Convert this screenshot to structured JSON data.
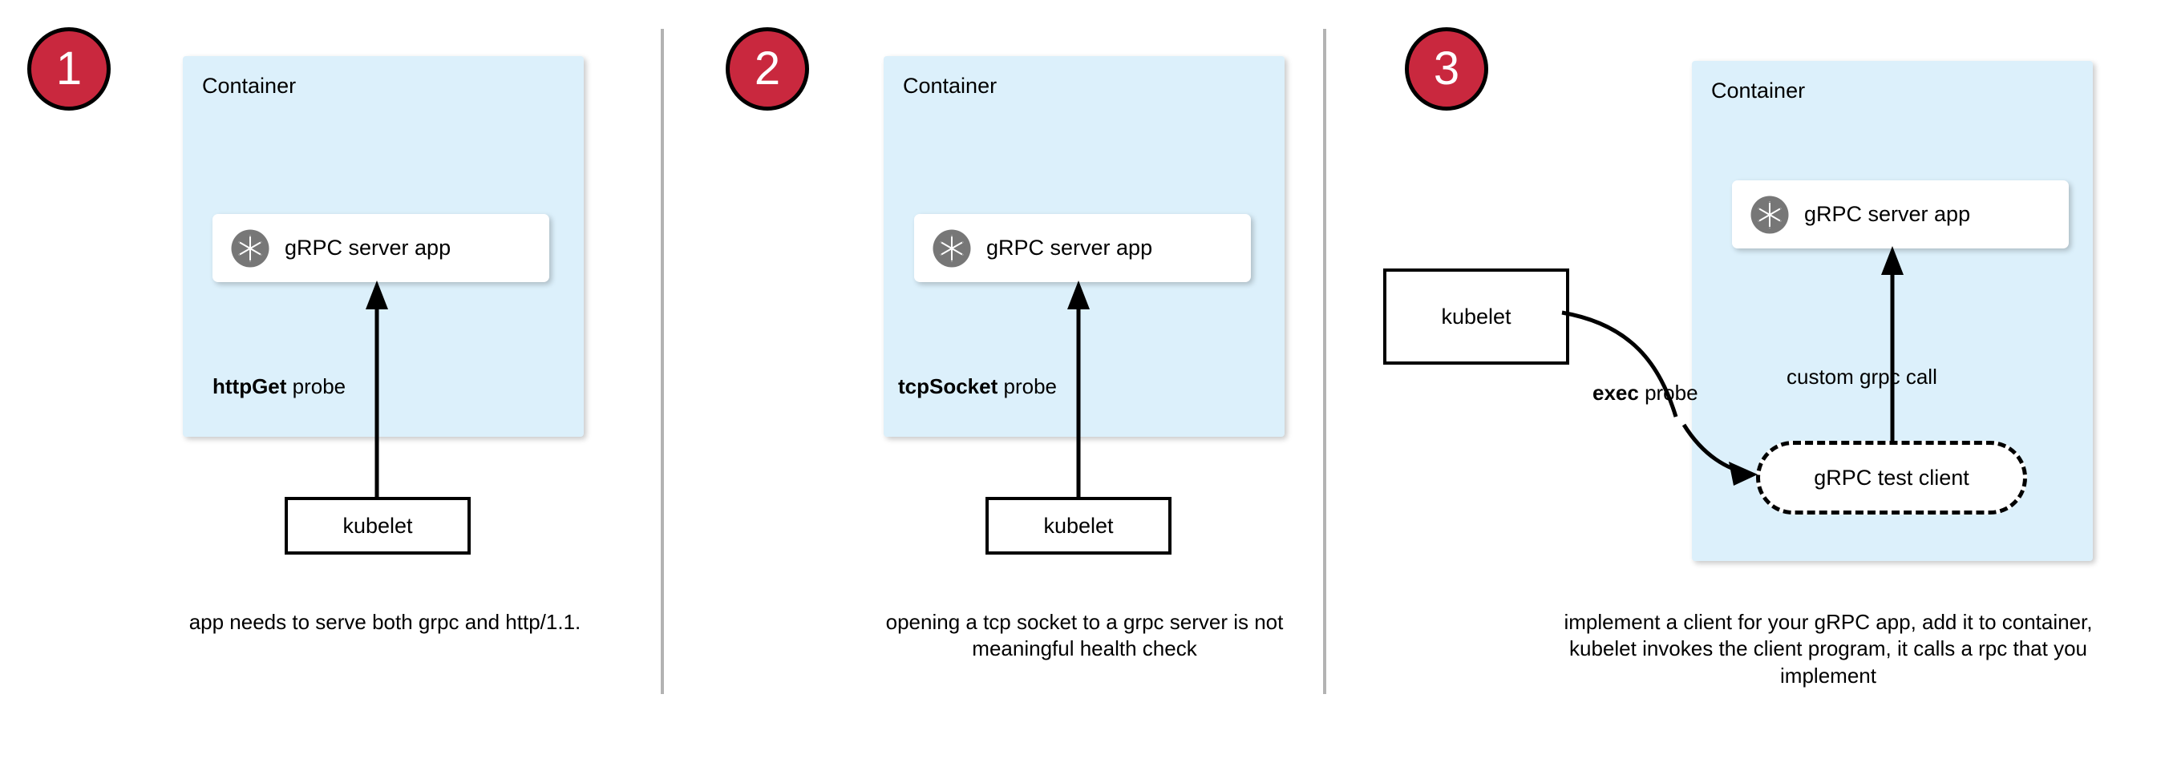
{
  "diagram": {
    "title": "Kubernetes gRPC health probe approaches",
    "colors": {
      "badge_fill": "#c9283e",
      "badge_border": "#000000",
      "badge_text": "#ffffff",
      "container_fill": "#dcf0fb",
      "card_fill": "#ffffff",
      "stroke": "#000000",
      "divider": "#b3b3b3"
    },
    "icons": {
      "grpc": "grpc-aperture-icon"
    }
  },
  "panels": [
    {
      "number": "1",
      "container_label": "Container",
      "app_label": "gRPC server app",
      "probe_label_bold": "httpGet",
      "probe_label_rest": " probe",
      "kubelet_label": "kubelet",
      "caption": "app needs to serve both grpc and http/1.1."
    },
    {
      "number": "2",
      "container_label": "Container",
      "app_label": "gRPC server app",
      "probe_label_bold": "tcpSocket",
      "probe_label_rest": " probe",
      "kubelet_label": "kubelet",
      "caption": "opening a tcp socket to a grpc server is not meaningful health check"
    },
    {
      "number": "3",
      "container_label": "Container",
      "app_label": "gRPC server app",
      "probe_label_bold": "exec",
      "probe_label_rest": " probe",
      "kubelet_label": "kubelet",
      "call_label": "custom grpc call",
      "test_client_label": "gRPC test client",
      "caption": "implement a client for your gRPC app, add it to container, kubelet invokes the client program, it calls a rpc that you implement"
    }
  ]
}
